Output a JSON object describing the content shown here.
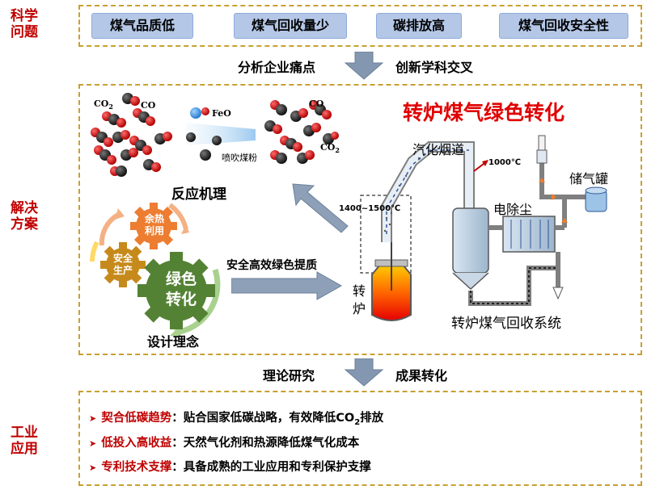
{
  "side_labels": {
    "problem": [
      "科学",
      "问题"
    ],
    "solution": [
      "解决",
      "方案"
    ],
    "application": [
      "工业",
      "应用"
    ]
  },
  "problems": [
    "煤气品质低",
    "煤气回收量少",
    "碳排放高",
    "煤气回收安全性"
  ],
  "flow_top": {
    "left": "分析企业痛点",
    "right": "创新学科交叉"
  },
  "flow_bottom": {
    "left": "理论研究",
    "right": "成果转化"
  },
  "solution": {
    "title": "转炉煤气绿色转化",
    "mechanism_label": "反应机理",
    "molecule_labels": {
      "co2_left": "CO",
      "co2_left_sub": "2",
      "co_left": "CO",
      "feo": "FeO",
      "coal": "喷吹煤粉",
      "co_right": "CO",
      "co2_right": "CO",
      "co2_right_sub": "2"
    },
    "gears": {
      "waste_heat": [
        "余热",
        "利用"
      ],
      "safety": [
        "安全",
        "生产"
      ],
      "green": [
        "绿色",
        "转化"
      ]
    },
    "design_label": "设计理念",
    "arrow_label": "安全高效绿色提质",
    "converter_label": [
      "转",
      "炉"
    ],
    "flue_label": "汽化烟道",
    "temp_1000": "1000℃",
    "temp_range": "1400~1500℃",
    "esp_label": "电除尘",
    "tank_label": "储气罐",
    "system_label": "转炉煤气回收系统"
  },
  "applications": [
    {
      "key": "契合低碳趋势",
      "text": "：贴合国家低碳战略，有效降低CO",
      "sub": "2",
      "tail": "排放"
    },
    {
      "key": "低投入高收益",
      "text": "：天然气化剂和热源降低煤气化成本",
      "sub": "",
      "tail": ""
    },
    {
      "key": "专利技术支撑",
      "text": "：具备成熟的工业应用和专利保护支撑",
      "sub": "",
      "tail": ""
    }
  ],
  "colors": {
    "accent_red": "#c00000",
    "dash_gold": "#c8a030",
    "pill_blue": "#b4c7e7",
    "arrow_gray": "#8497b0"
  }
}
